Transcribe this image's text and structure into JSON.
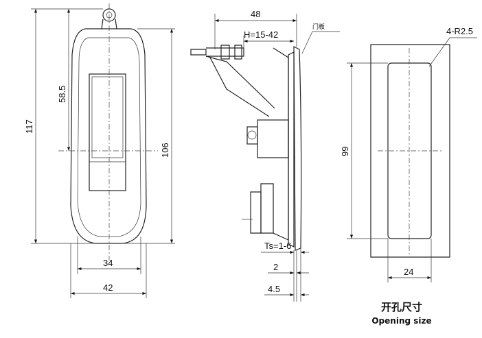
{
  "front_view": {
    "dim_total_height": "117",
    "dim_handle_offset": "58.5",
    "dim_body_height": "106",
    "dim_inner_width": "34",
    "dim_outer_width": "42"
  },
  "side_view": {
    "dim_depth": "48",
    "dim_grip_range": "H=15-42",
    "panel_label": "门板",
    "dim_panel_thickness": "Ts=1-6",
    "dim_a": "2",
    "dim_b": "4.5"
  },
  "cutout_view": {
    "corner_radius": "4-R2.5",
    "dim_height": "99",
    "dim_width": "24",
    "title_cn": "开孔尺寸",
    "title_en": "Opening size"
  }
}
